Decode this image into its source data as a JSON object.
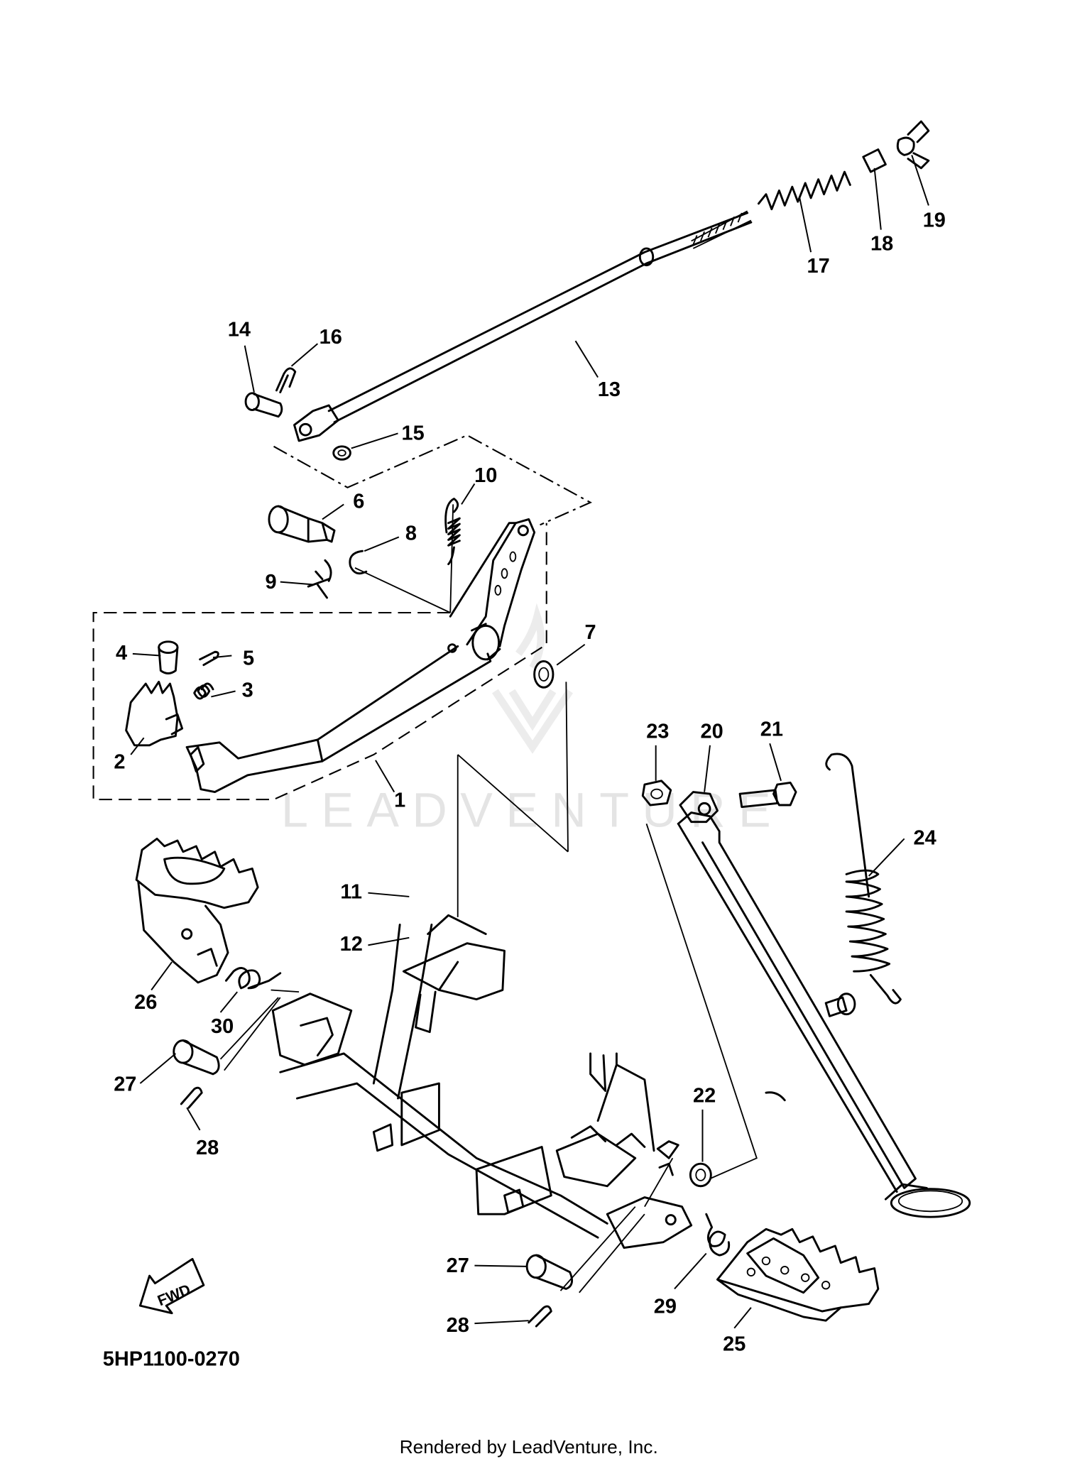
{
  "diagram": {
    "drawing_code": "5HP1100-0270",
    "direction_label": "FWD",
    "watermark": "LEADVENTURE",
    "footer": "Rendered by LeadVenture, Inc.",
    "callouts": [
      {
        "id": "1",
        "text": "1"
      },
      {
        "id": "2",
        "text": "2"
      },
      {
        "id": "3",
        "text": "3"
      },
      {
        "id": "4",
        "text": "4"
      },
      {
        "id": "5",
        "text": "5"
      },
      {
        "id": "6",
        "text": "6"
      },
      {
        "id": "7",
        "text": "7"
      },
      {
        "id": "8",
        "text": "8"
      },
      {
        "id": "9",
        "text": "9"
      },
      {
        "id": "10",
        "text": "10"
      },
      {
        "id": "11",
        "text": "11"
      },
      {
        "id": "12",
        "text": "12"
      },
      {
        "id": "13",
        "text": "13"
      },
      {
        "id": "14",
        "text": "14"
      },
      {
        "id": "15",
        "text": "15"
      },
      {
        "id": "16",
        "text": "16"
      },
      {
        "id": "17",
        "text": "17"
      },
      {
        "id": "18",
        "text": "18"
      },
      {
        "id": "19",
        "text": "19"
      },
      {
        "id": "20",
        "text": "20"
      },
      {
        "id": "21",
        "text": "21"
      },
      {
        "id": "22",
        "text": "22"
      },
      {
        "id": "23",
        "text": "23"
      },
      {
        "id": "24",
        "text": "24"
      },
      {
        "id": "25",
        "text": "25"
      },
      {
        "id": "26",
        "text": "26"
      },
      {
        "id": "27a",
        "text": "27"
      },
      {
        "id": "27b",
        "text": "27"
      },
      {
        "id": "28a",
        "text": "28"
      },
      {
        "id": "28b",
        "text": "28"
      },
      {
        "id": "29",
        "text": "29"
      },
      {
        "id": "30",
        "text": "30"
      }
    ]
  }
}
